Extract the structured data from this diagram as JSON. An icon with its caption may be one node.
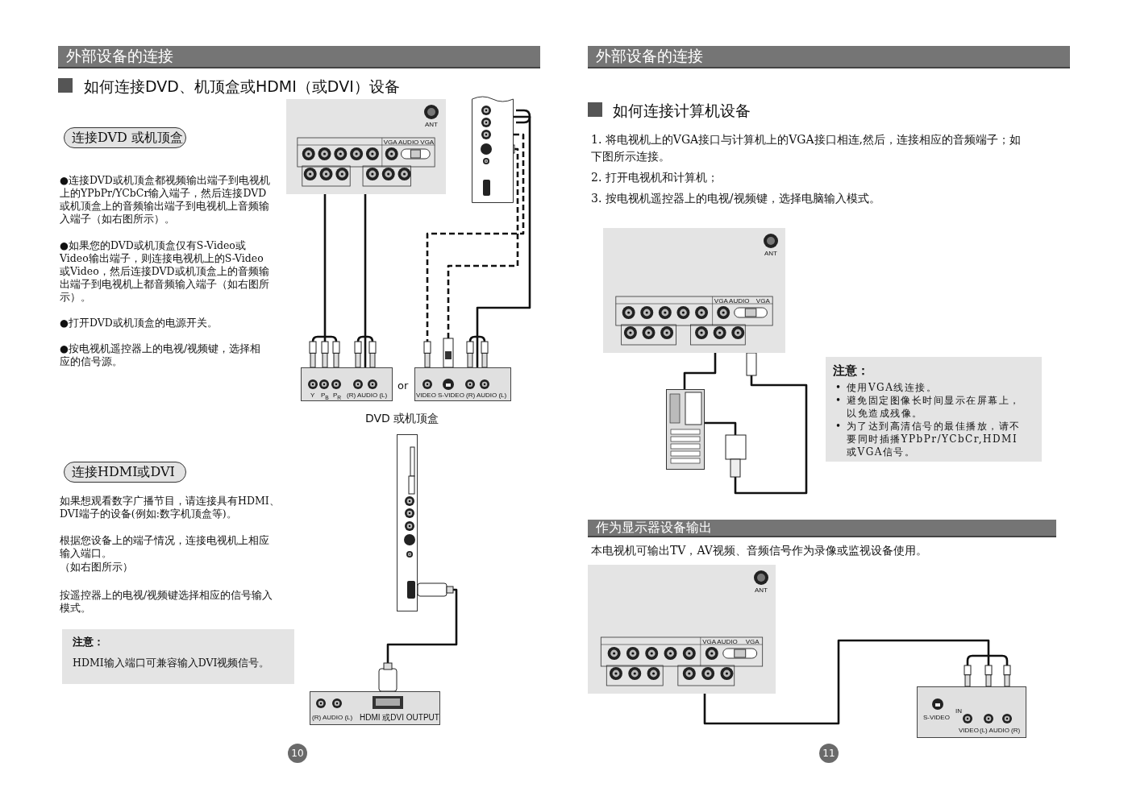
{
  "diagram": {
    "nodes": [
      {
        "text": [
          "外部设备的连接"
        ]
      },
      {
        "text": [
          "连接DVD 或机顶盒"
        ]
      },
      {
        "text": [
          "ANT",
          "VGA AUDIO",
          "VGA"
        ]
      },
      {
        "text": [],
        "shape": "picture"
      },
      {
        "text": [
          "Y",
          "P$_{B}$",
          "P$_{R}$",
          "(R) AUDIO (L)"
        ]
      },
      {
        "text": [
          "VIDEO",
          "S-VIDEO",
          "(R) AUDIO (L)"
        ]
      },
      {
        "text": [
          "连接HDMI或DVI"
        ]
      },
      {
        "text": [],
        "shape": "picture"
      },
      {
        "text": [
          "注意：",
          "HDMI输入端口可兼容输入DVI视频信号。"
        ]
      },
      {
        "text": [
          "(R) AUDIO (L)",
          "HDMI 或DVI OUTPUT"
        ]
      },
      {
        "text": [
          "10"
        ]
      },
      {
        "text": [
          "外部设备的连接"
        ]
      },
      {
        "text": [
          "ANT",
          "VGA AUDIO",
          "VGA"
        ]
      },
      {
        "text": [],
        "shape": "picture"
      },
      {
        "text": [
          "注意：",
          "• 使用VGA线连接。",
          "• 避免固定图像长时间显示在屏幕上，以免造成残像。",
          "• 为了达到高清信号的最佳播放，请不要同时插播YPbPr/YCbCr,HDMI或VGA信号。"
        ]
      },
      {
        "text": [
          "作为显示器设备输出"
        ]
      },
      {
        "text": [
          "ANT",
          "VGA AUDIO",
          "VGA"
        ]
      },
      {
        "text": [
          "S-VIDEO",
          "IN",
          "VIDEO",
          "(L) AUDIO (R)"
        ]
      },
      {
        "text": [
          "11"
        ]
      }
    ],
    "edges": [
      {
        "from": 2,
        "to": 4,
        "arrow": "none"
      },
      {
        "from": 2,
        "to": 4,
        "arrow": "none"
      },
      {
        "from": 3,
        "to": 5,
        "arrow": "none",
        "style": "dashed"
      },
      {
        "from": 3,
        "to": 5,
        "arrow": "none",
        "style": "dashed"
      },
      {
        "from": 3,
        "to": 5,
        "arrow": "none"
      },
      {
        "from": 7,
        "to": 9,
        "arrow": "none"
      },
      {
        "from": 12,
        "to": 13,
        "arrow": "none"
      },
      {
        "from": 12,
        "to": 13,
        "arrow": "none"
      },
      {
        "from": 16,
        "to": 17,
        "arrow": "none"
      }
    ],
    "labels": [
      "如何连接DVD、机顶盒或HDMI（或DVI）设备",
      "●连接DVD或机顶盒都视频输出端子到电视机上的YPbPr/YCbCr输入端子，然后连接DVD或机顶盒上的音频输出端子到电视机上音频输入端子（如右图所示）。",
      "●如果您的DVD或机顶盒仅有S-Video或Video输出端子，则连接电视机上的S-Video或Video，然后连接DVD或机顶盒上的音频输出端子到电视机上都音频输入端子（如右图所示）。",
      "●打开DVD或机顶盒的电源开关。",
      "●按电视机遥控器上的电视/视频键，选择相应的信号源。",
      "or",
      "DVD 或机顶盒",
      "如果想观看数字广播节目，请连接具有HDMI、DVI端子的设备(例如:数字机顶盒等)。",
      "根据您设备上的端子情况，连接电视机上相应输入端口。",
      "（如右图所示）",
      "按遥控器上的电视/视频键选择相应的信号输入模式。",
      "如何连接计算机设备",
      "1. 将电视机上的VGA接口与计算机上的VGA接口相连,然后，连接相应的音频端子；如下图所示连接。",
      "2. 打开电视机和计算机；",
      "3. 按电视机遥控器上的电视/视频键，选择电脑输入模式。",
      "本电视机可输出TV，AV视频、音频信号作为录像或监视设备使用。"
    ]
  }
}
